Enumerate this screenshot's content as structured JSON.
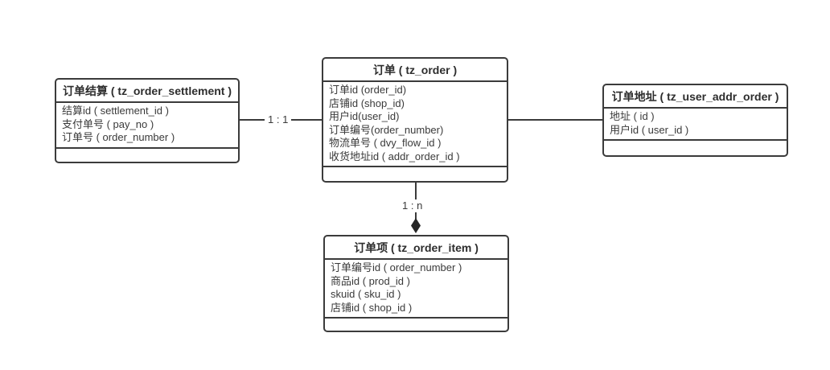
{
  "diagram": {
    "entities": {
      "settlement": {
        "title": "订单结算 ( tz_order_settlement )",
        "fields": [
          "结算id ( settlement_id )",
          "支付单号 ( pay_no )",
          "订单号 ( order_number )"
        ]
      },
      "order": {
        "title": "订单 ( tz_order )",
        "fields": [
          "订单id (order_id)",
          "店铺id (shop_id)",
          "用户id(user_id)",
          "订单编号(order_number)",
          "物流单号 ( dvy_flow_id )",
          "收货地址id ( addr_order_id )"
        ]
      },
      "user_addr": {
        "title": "订单地址 ( tz_user_addr_order )",
        "fields": [
          "地址 ( id )",
          "用户id ( user_id )"
        ]
      },
      "order_item": {
        "title": "订单项 ( tz_order_item )",
        "fields": [
          "订单编号id ( order_number )",
          "商品id ( prod_id )",
          "skuid ( sku_id )",
          "店铺id ( shop_id )"
        ]
      }
    },
    "relations": {
      "settlement_to_order": {
        "label": "1 : 1"
      },
      "order_to_order_item": {
        "label": "1 : n"
      }
    },
    "colors": {
      "line": "#3b3b3b",
      "text": "#3a3a3a",
      "diamond": "#262626",
      "background": "#ffffff"
    }
  }
}
